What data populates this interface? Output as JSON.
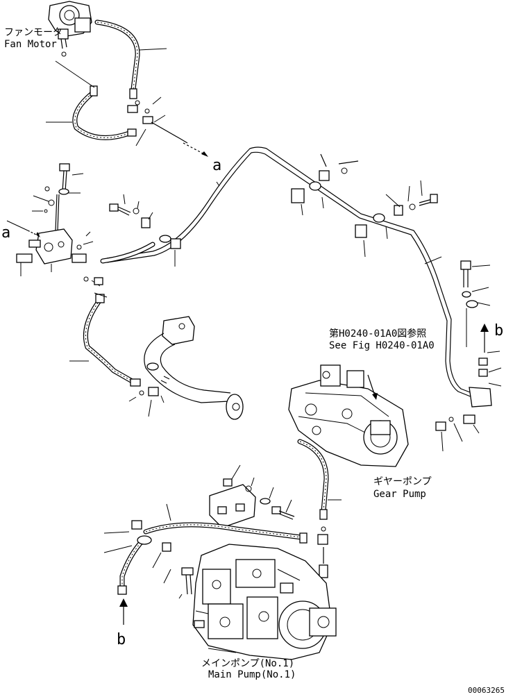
{
  "labels": {
    "fan_motor_jp": "ファンモータ",
    "fan_motor_en": "Fan Motor",
    "see_fig_jp": "第H0240-01A0図参照",
    "see_fig_en": "See Fig H0240-01A0",
    "gear_pump_jp": "ギヤーポンプ",
    "gear_pump_en": "Gear Pump",
    "main_pump_jp": "メインポンプ(No.1)",
    "main_pump_en": "Main Pump(No.1)",
    "marker_a_top": "a",
    "marker_a_left": "a",
    "marker_b_right": "b",
    "marker_b_bottom": "b",
    "drawing_number": "00063265"
  }
}
